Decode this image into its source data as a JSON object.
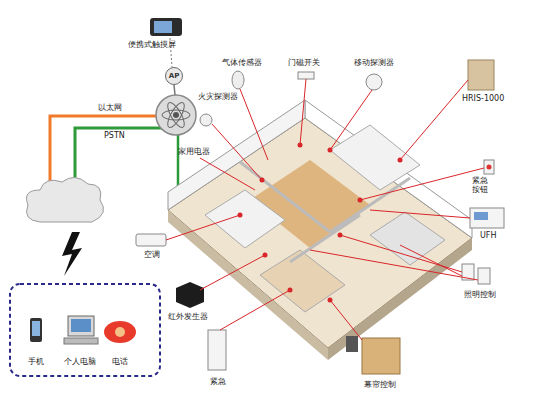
{
  "diagram": {
    "nodes": [
      {
        "text": [
          "AP"
        ]
      }
    ],
    "labels": [
      "便携式触摸屏",
      "以太网",
      "PSTN",
      "火灾探测器",
      "气体传感器",
      "门磁开关",
      "移动探测器",
      "HRIS-1000",
      "家用电器",
      "紧急按钮",
      "UFH",
      "空调",
      "红外发生器",
      "紧急",
      "照明控制",
      "幕帘控制",
      "手机",
      "个人电脑",
      "电话"
    ]
  }
}
